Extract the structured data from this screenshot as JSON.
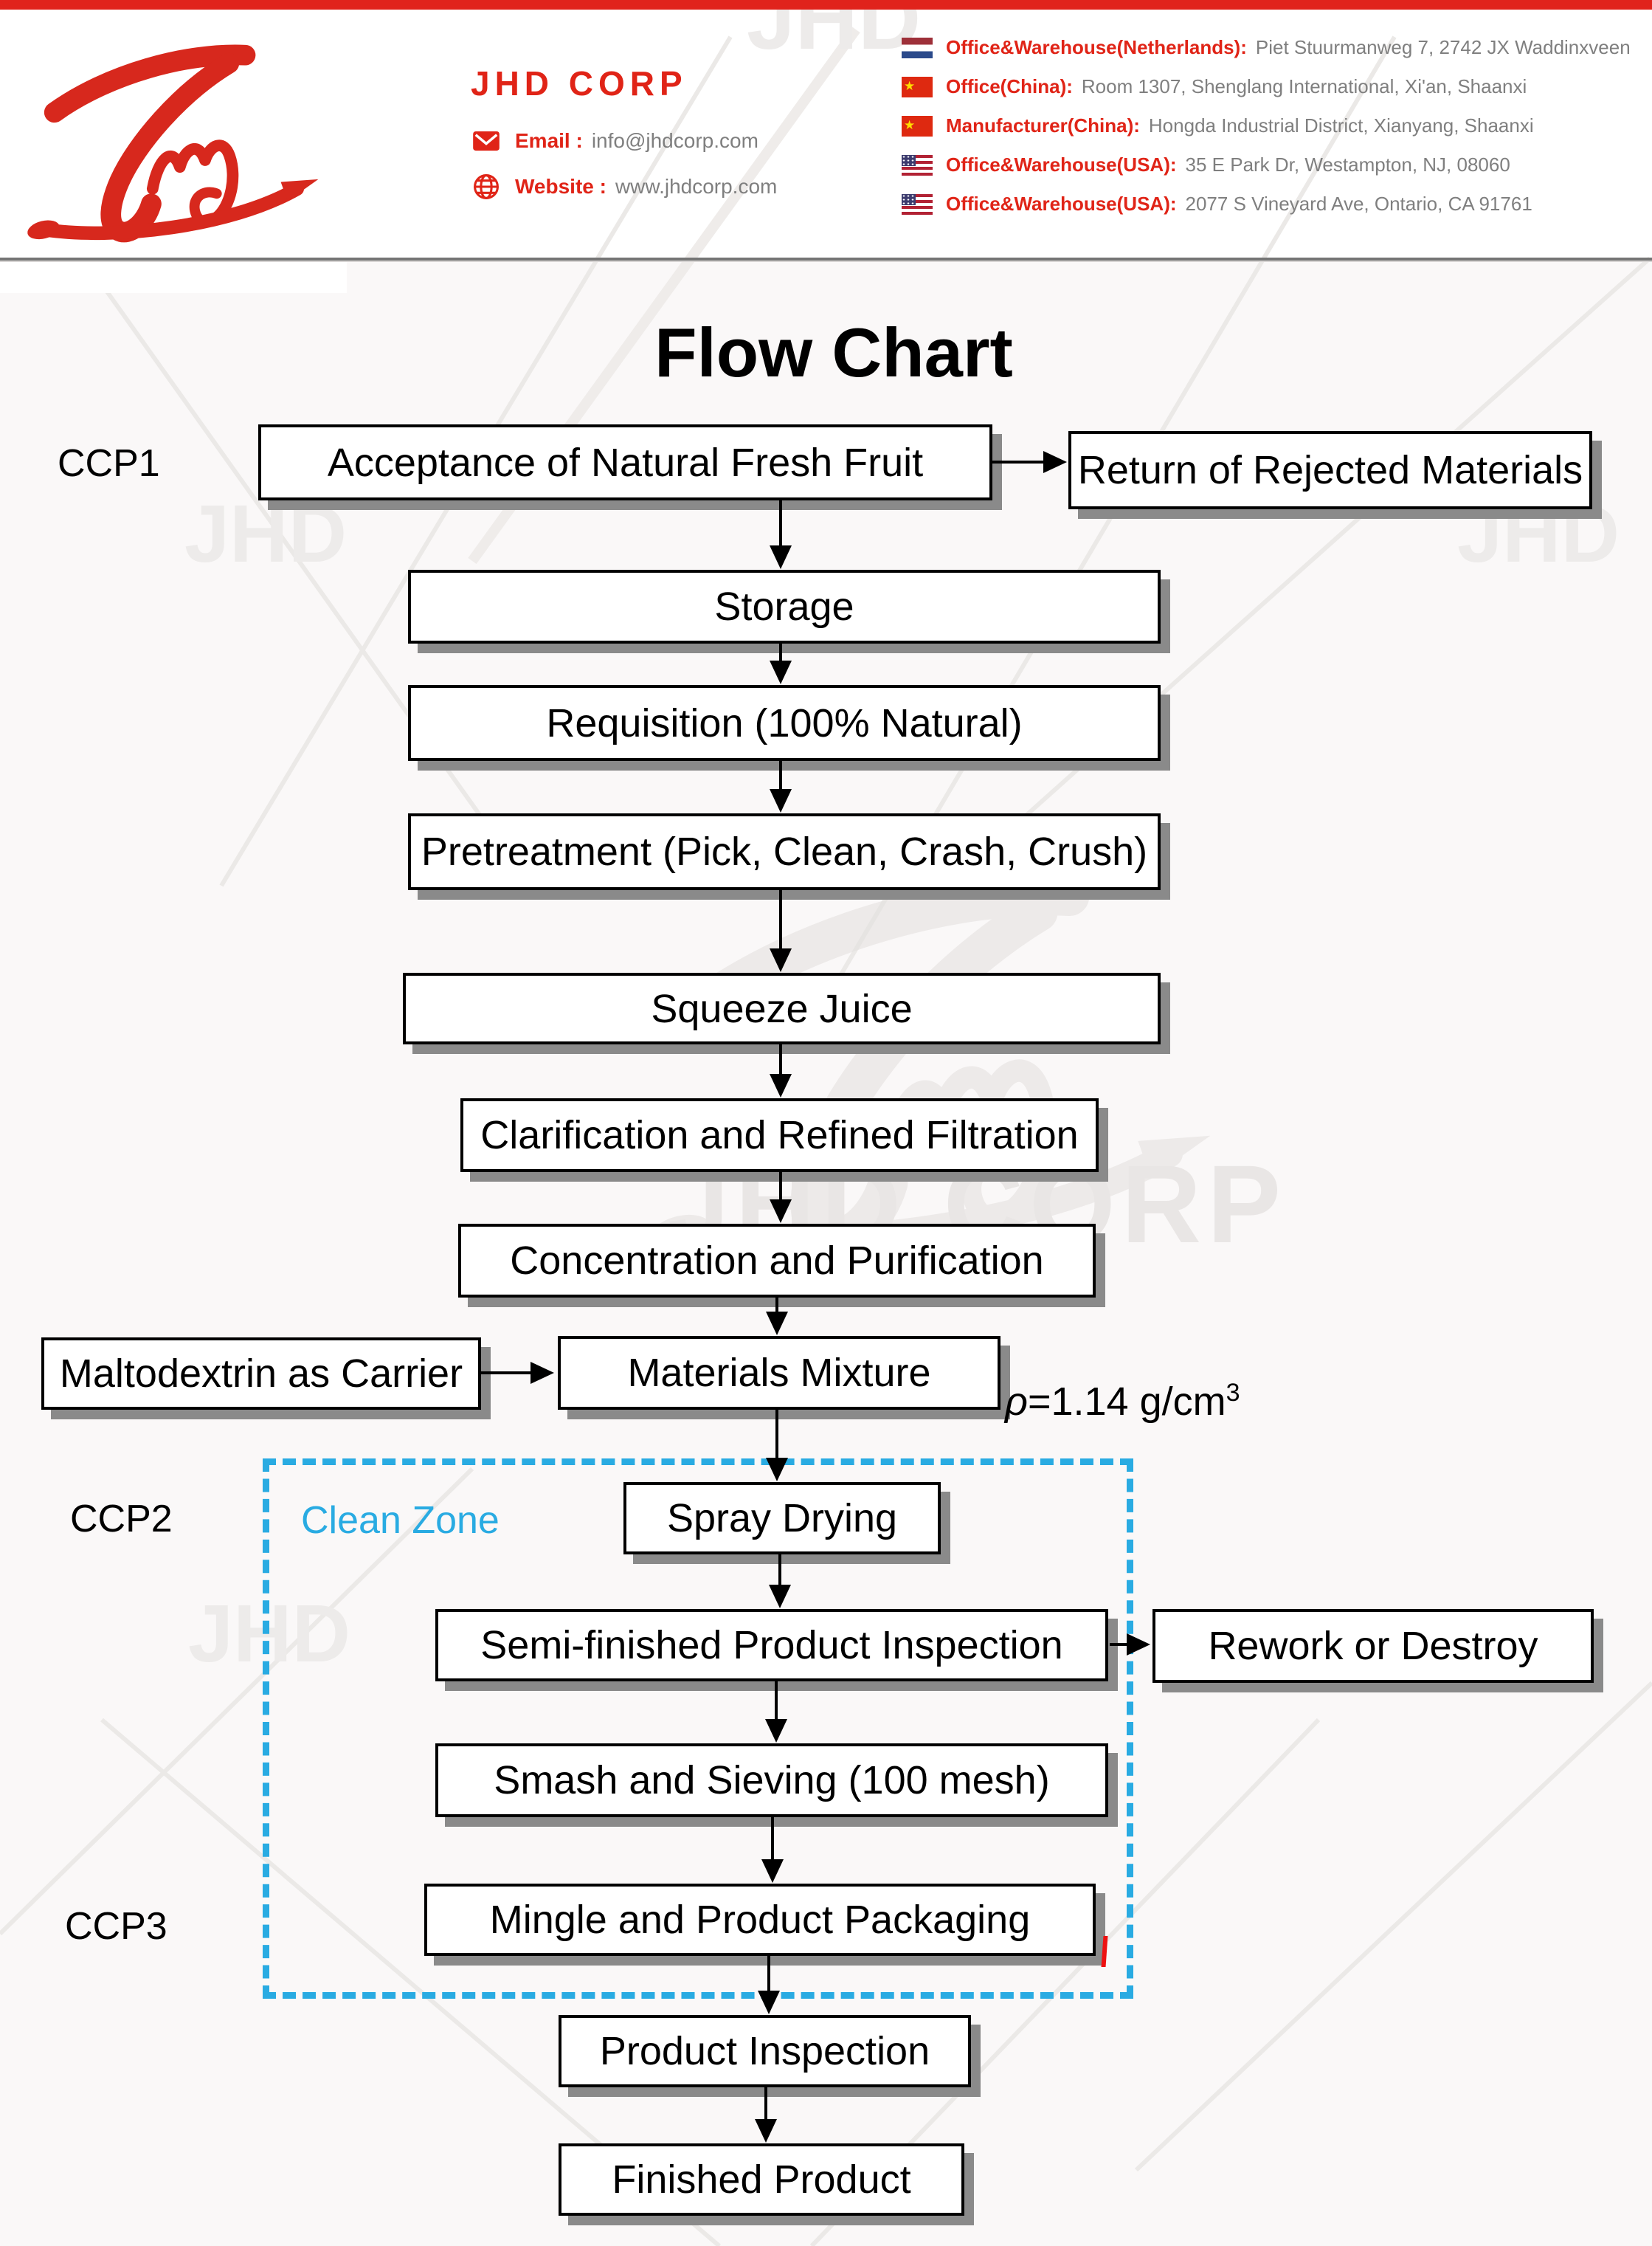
{
  "header": {
    "company": "JHD CORP",
    "email_label": "Email :",
    "email_value": "info@jhdcorp.com",
    "website_label": "Website :",
    "website_value": "www.jhdcorp.com",
    "icons": [
      "email-envelope-icon",
      "website-globe-icon"
    ],
    "addresses": [
      {
        "flag": "nl",
        "flag_name": "netherlands-flag-icon",
        "label": "Office&Warehouse(Netherlands):",
        "value": "Piet Stuurmanweg 7, 2742 JX Waddinxveen"
      },
      {
        "flag": "cn",
        "flag_name": "china-flag-icon",
        "label": "Office(China):",
        "value": "Room 1307, Shenglang International, Xi'an, Shaanxi"
      },
      {
        "flag": "cn",
        "flag_name": "china-flag-icon",
        "label": "Manufacturer(China):",
        "value": "Hongda Industrial District, Xianyang, Shaanxi"
      },
      {
        "flag": "us",
        "flag_name": "usa-flag-icon",
        "label": "Office&Warehouse(USA):",
        "value": "35 E Park Dr, Westampton, NJ, 08060"
      },
      {
        "flag": "us",
        "flag_name": "usa-flag-icon",
        "label": "Office&Warehouse(USA):",
        "value": "2077 S Vineyard Ave, Ontario, CA 91761"
      }
    ]
  },
  "title": "Flow Chart",
  "ccp_labels": {
    "ccp1": "CCP1",
    "ccp2": "CCP2",
    "ccp3": "CCP3"
  },
  "clean_zone_label": "Clean Zone",
  "density": {
    "rho": "ρ",
    "body": "=1.14 g/cm",
    "sup": "3"
  },
  "flow": {
    "nodes": [
      {
        "id": "acceptance",
        "label": "Acceptance of Natural Fresh Fruit"
      },
      {
        "id": "return",
        "label": "Return of Rejected Materials"
      },
      {
        "id": "storage",
        "label": "Storage"
      },
      {
        "id": "requisition",
        "label": "Requisition (100% Natural)"
      },
      {
        "id": "pretreatment",
        "label": "Pretreatment (Pick, Clean, Crash, Crush)"
      },
      {
        "id": "squeeze",
        "label": "Squeeze Juice"
      },
      {
        "id": "clarification",
        "label": "Clarification and Refined Filtration"
      },
      {
        "id": "concentration",
        "label": "Concentration and Purification"
      },
      {
        "id": "maltodextrin",
        "label": "Maltodextrin as Carrier"
      },
      {
        "id": "mixture",
        "label": "Materials Mixture"
      },
      {
        "id": "spray",
        "label": "Spray Drying"
      },
      {
        "id": "semi",
        "label": "Semi-finished Product Inspection"
      },
      {
        "id": "rework",
        "label": "Rework or Destroy"
      },
      {
        "id": "smash",
        "label": "Smash and Sieving (100 mesh)"
      },
      {
        "id": "mingle",
        "label": "Mingle and Product Packaging"
      },
      {
        "id": "inspection",
        "label": "Product Inspection"
      },
      {
        "id": "finished",
        "label": "Finished Product"
      }
    ],
    "edges": [
      [
        "acceptance",
        "return"
      ],
      [
        "acceptance",
        "storage"
      ],
      [
        "storage",
        "requisition"
      ],
      [
        "requisition",
        "pretreatment"
      ],
      [
        "pretreatment",
        "squeeze"
      ],
      [
        "squeeze",
        "clarification"
      ],
      [
        "clarification",
        "concentration"
      ],
      [
        "concentration",
        "mixture"
      ],
      [
        "maltodextrin",
        "mixture"
      ],
      [
        "mixture",
        "spray"
      ],
      [
        "spray",
        "semi"
      ],
      [
        "semi",
        "rework"
      ],
      [
        "semi",
        "smash"
      ],
      [
        "smash",
        "mingle"
      ],
      [
        "mingle",
        "inspection"
      ],
      [
        "inspection",
        "finished"
      ]
    ]
  },
  "watermark": {
    "jhd": "JHD",
    "corp": "JHD CORP"
  },
  "colors": {
    "brand_red": "#e02417",
    "logo_red": "#d7281d",
    "clean_zone_blue": "#29abe2",
    "box_shadow_gray": "#8a8a8a",
    "text_gray": "#7f7f7f"
  }
}
